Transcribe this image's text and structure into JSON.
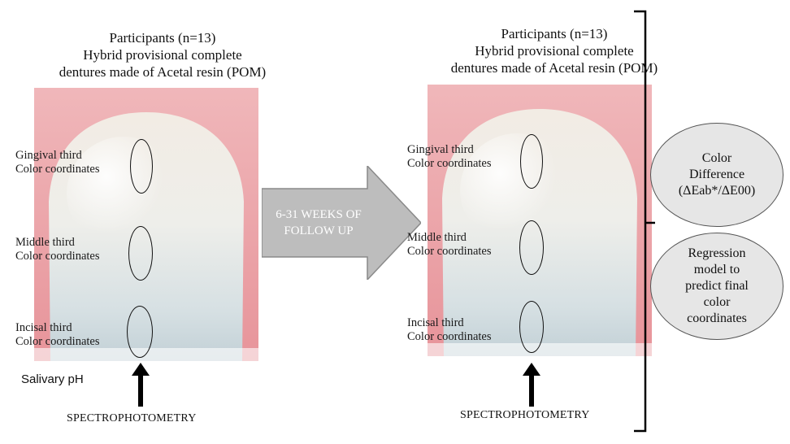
{
  "left_panel": {
    "title_line1": "Participants (n=13)",
    "title_line2": "Hybrid provisional complete",
    "title_line3": "dentures made of Acetal resin (POM)",
    "labels": [
      {
        "line1": "Gingival third",
        "line2": "Color coordinates"
      },
      {
        "line1": "Middle third",
        "line2": "Color coordinates"
      },
      {
        "line1": "Incisal third",
        "line2": "Color coordinates"
      }
    ],
    "salivary_ph": "Salivary pH",
    "spectrophotometry": "SPECTROPHOTOMETRY"
  },
  "arrow": {
    "line1": "6-31 WEEKS OF",
    "line2": "FOLLOW UP"
  },
  "right_panel": {
    "title_line1": "Participants (n=13)",
    "title_line2": "Hybrid provisional complete",
    "title_line3": "dentures made of Acetal resin (POM)",
    "labels": [
      {
        "line1": "Gingival third",
        "line2": "Color coordinates"
      },
      {
        "line1": "Middle third",
        "line2": "Color coordinates"
      },
      {
        "line1": "Incisal third",
        "line2": "Color coordinates"
      }
    ],
    "spectrophotometry": "SPECTROPHOTOMETRY"
  },
  "outcomes": {
    "color_difference": "Color\nDifference\n(ΔEab*/ΔE00)",
    "regression": "Regression\nmodel to\npredict final\ncolor\ncoordinates"
  },
  "colors": {
    "gum": "#e9a1a6",
    "enamel_light": "#f4f1ec",
    "enamel_blue": "#c9d6dc",
    "arrow_fill": "#b9b9b9",
    "ellipse_fill": "#e6e6e6"
  }
}
